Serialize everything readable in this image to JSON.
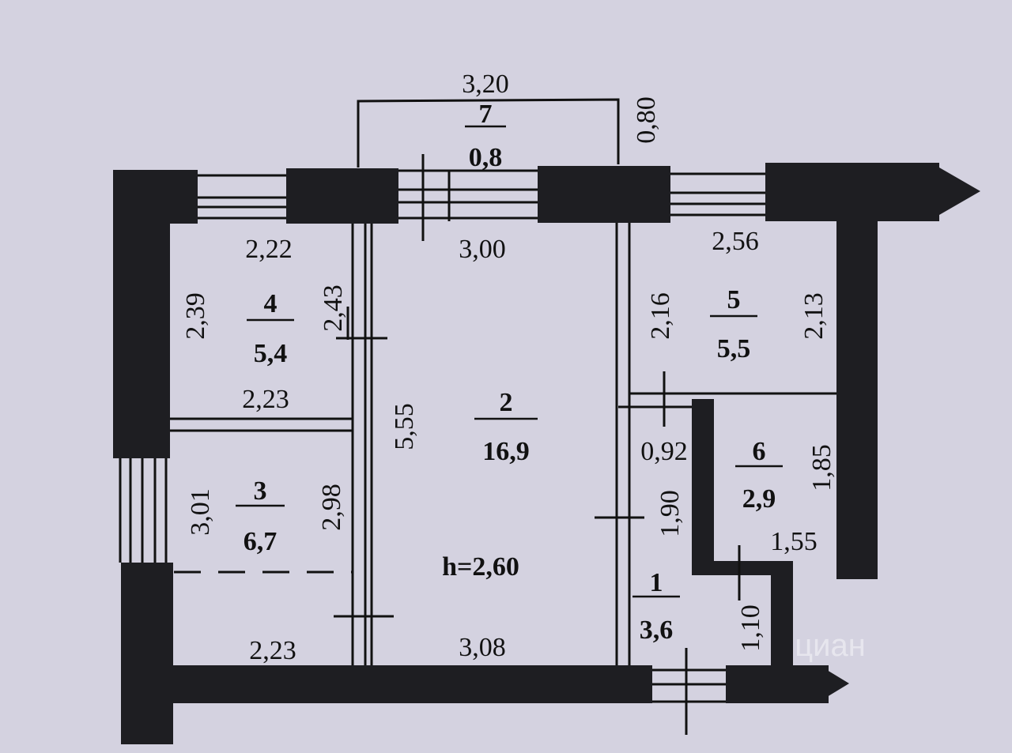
{
  "rooms": [
    {
      "number": "1",
      "area": "3,6"
    },
    {
      "number": "2",
      "area": "16,9"
    },
    {
      "number": "3",
      "area": "6,7"
    },
    {
      "number": "4",
      "area": "5,4"
    },
    {
      "number": "5",
      "area": "5,5"
    },
    {
      "number": "6",
      "area": "2,9"
    },
    {
      "number": "7",
      "area": "0,8"
    }
  ],
  "ceiling_height": "h=2,60",
  "dimensions": {
    "balcony_width": "3,20",
    "balcony_depth": "0,80",
    "room4_top": "2,22",
    "room4_left": "2,39",
    "room4_right": "2,43",
    "room4_bottom": "2,23",
    "room2_top": "3,00",
    "room2_side": "5,55",
    "room2_bottom": "3,08",
    "room3_left": "3,01",
    "room3_right": "2,98",
    "room3_bottom": "2,23",
    "room5_top": "2,56",
    "room5_left": "2,16",
    "room5_right": "2,13",
    "hall_width": "0,92",
    "hall_side": "1,90",
    "bath_right": "1,85",
    "bath_bottom": "1,55",
    "entry_side": "1,10"
  },
  "watermark": "циан"
}
